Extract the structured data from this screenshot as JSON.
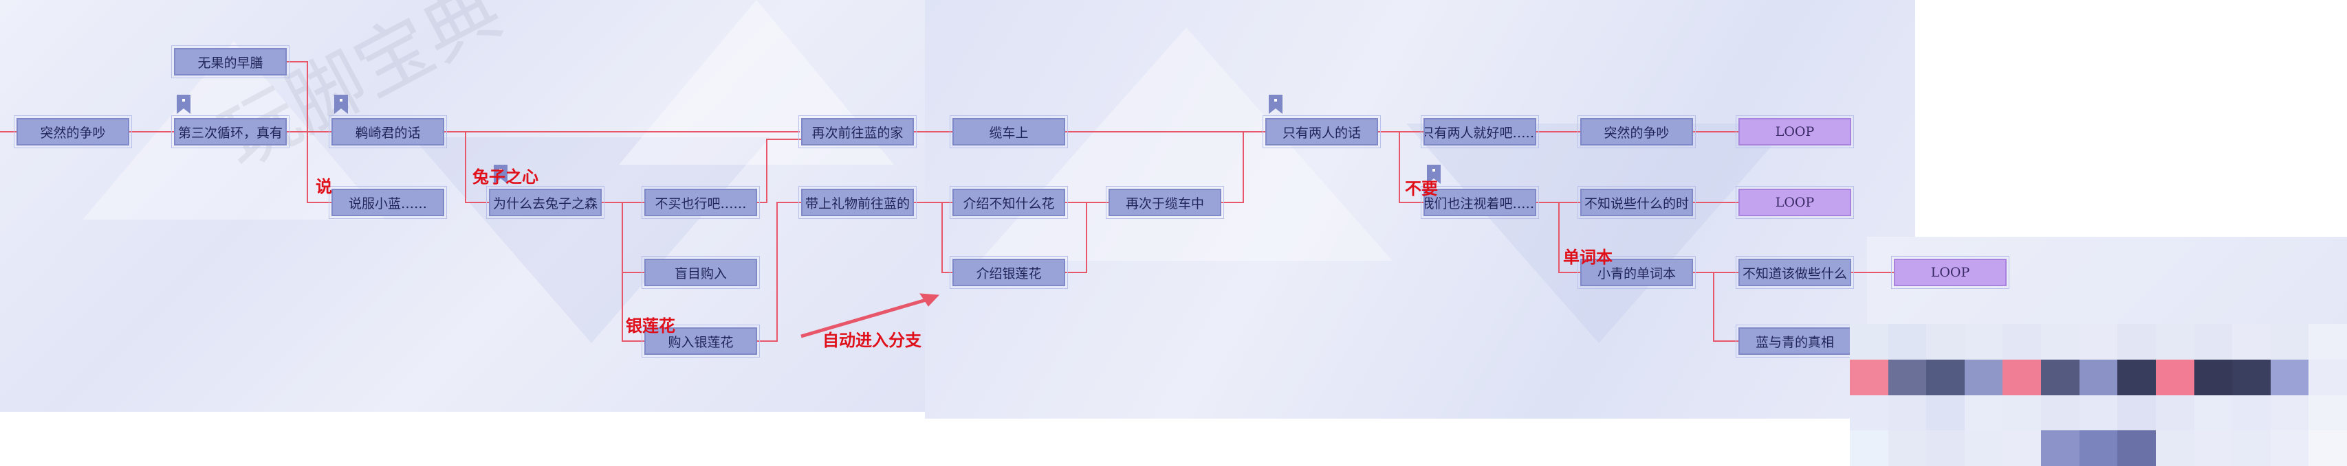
{
  "watermark": "玩脚宝典",
  "colors": {
    "line": "#e8566a",
    "node": "#9aa3d8",
    "loop": "#c3a3ef",
    "label": "#e0101a"
  },
  "nodes": {
    "n1": "突然的争吵",
    "n2": "无果的早膳",
    "n3": "第三次循环，真有",
    "n4": "鹈崎君的话",
    "n5": "说服小蓝……",
    "n6": "为什么去兔子之森",
    "n7": "不买也行吧……",
    "n8": "盲目购入",
    "n9": "购入银莲花",
    "n10": "再次前往蓝的家",
    "n11": "带上礼物前往蓝的",
    "n12": "缆车上",
    "n13": "介绍不知什么花",
    "n14": "介绍银莲花",
    "n15": "再次于缆车中",
    "n16": "只有两人的话",
    "n17": "只有两人就好吧……",
    "n18": "我们也注视着吧……",
    "n19": "突然的争吵",
    "n20": "不知说些什么的时",
    "n21": "小青的单词本",
    "n22": "不知道该做些什么",
    "n23": "蓝与青的真相",
    "loop1": "LOOP",
    "loop2": "LOOP",
    "loop3": "LOOP"
  },
  "labels": {
    "shuo": "说",
    "tuzi": "兔子之心",
    "yinlianhua": "银莲花",
    "auto": "自动进入分支",
    "buyao": "不要",
    "dancibens": "单词本"
  }
}
